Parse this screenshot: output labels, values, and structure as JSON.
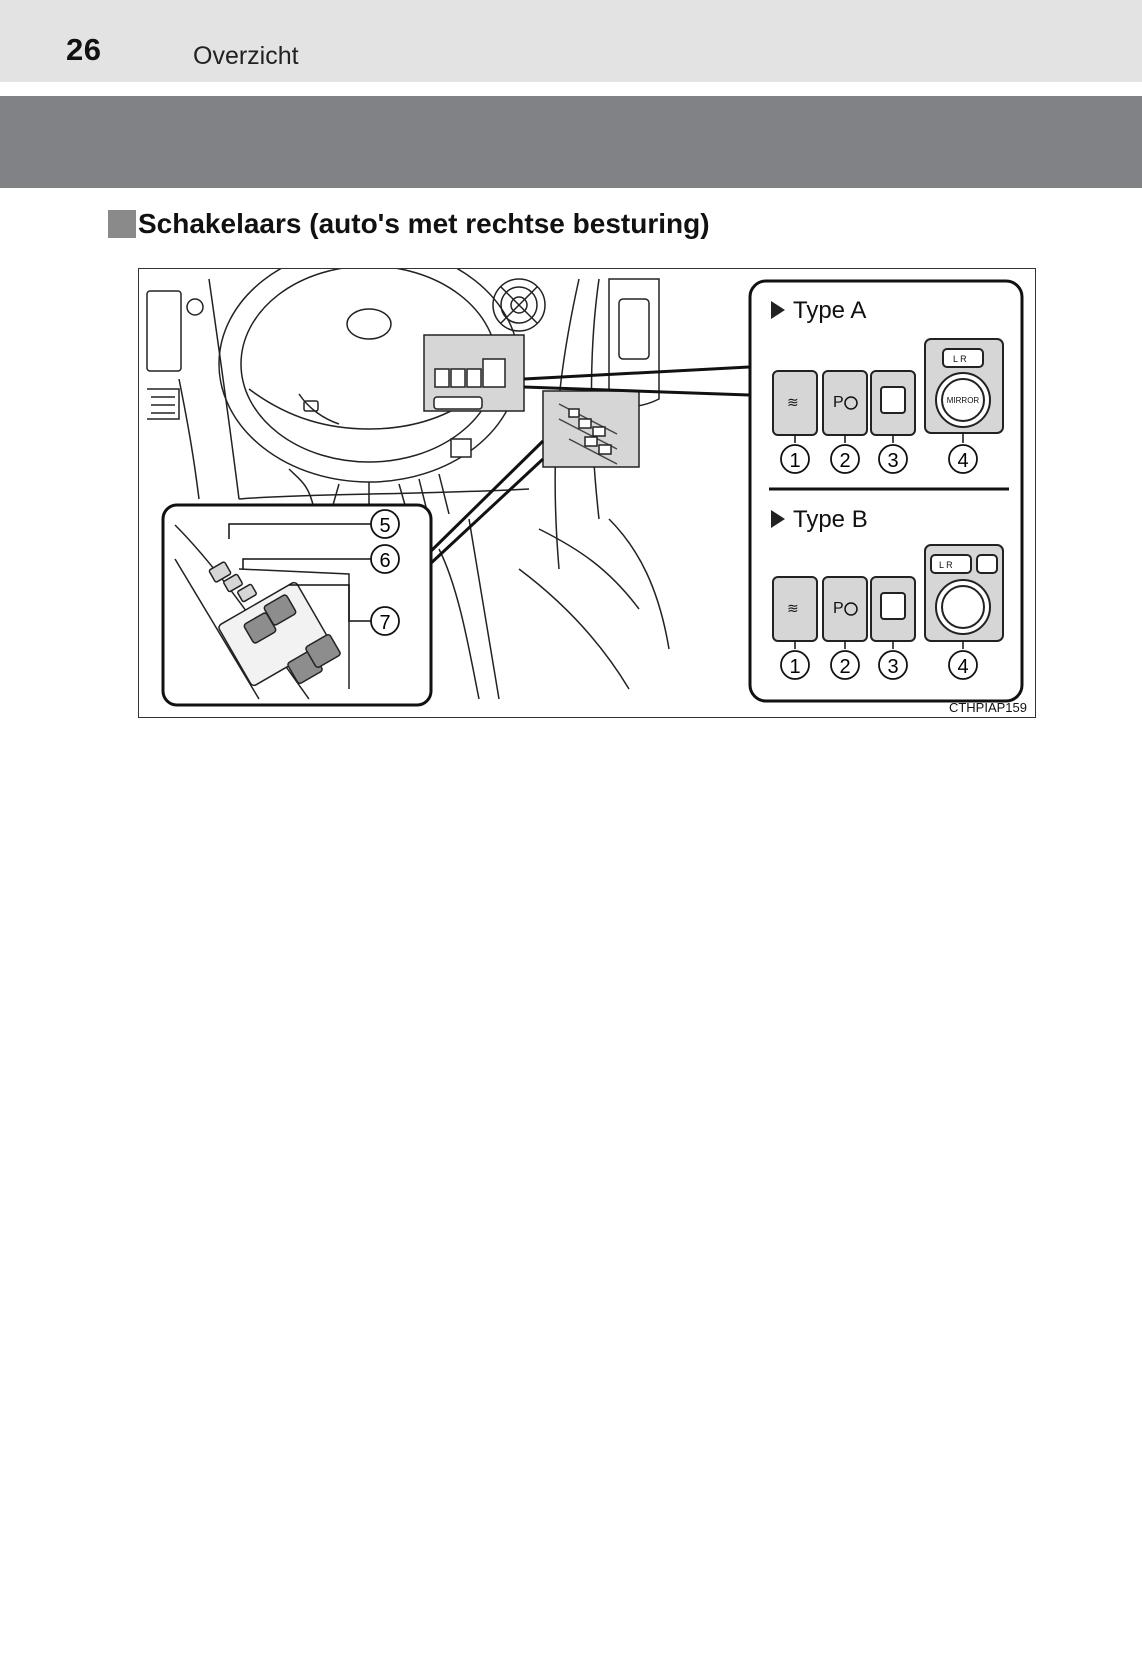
{
  "header": {
    "page_number": "26",
    "section": "Overzicht"
  },
  "sub_heading": "Schakelaars (auto's met rechtse besturing)",
  "figure": {
    "type_a_label": "Type A",
    "type_b_label": "Type B",
    "mirror_label": "MIRROR",
    "lr_label": "L  R",
    "callouts_right": [
      "1",
      "2",
      "3",
      "4"
    ],
    "callouts_left": [
      "5",
      "6",
      "7"
    ],
    "code": "CTHPIAP159"
  }
}
